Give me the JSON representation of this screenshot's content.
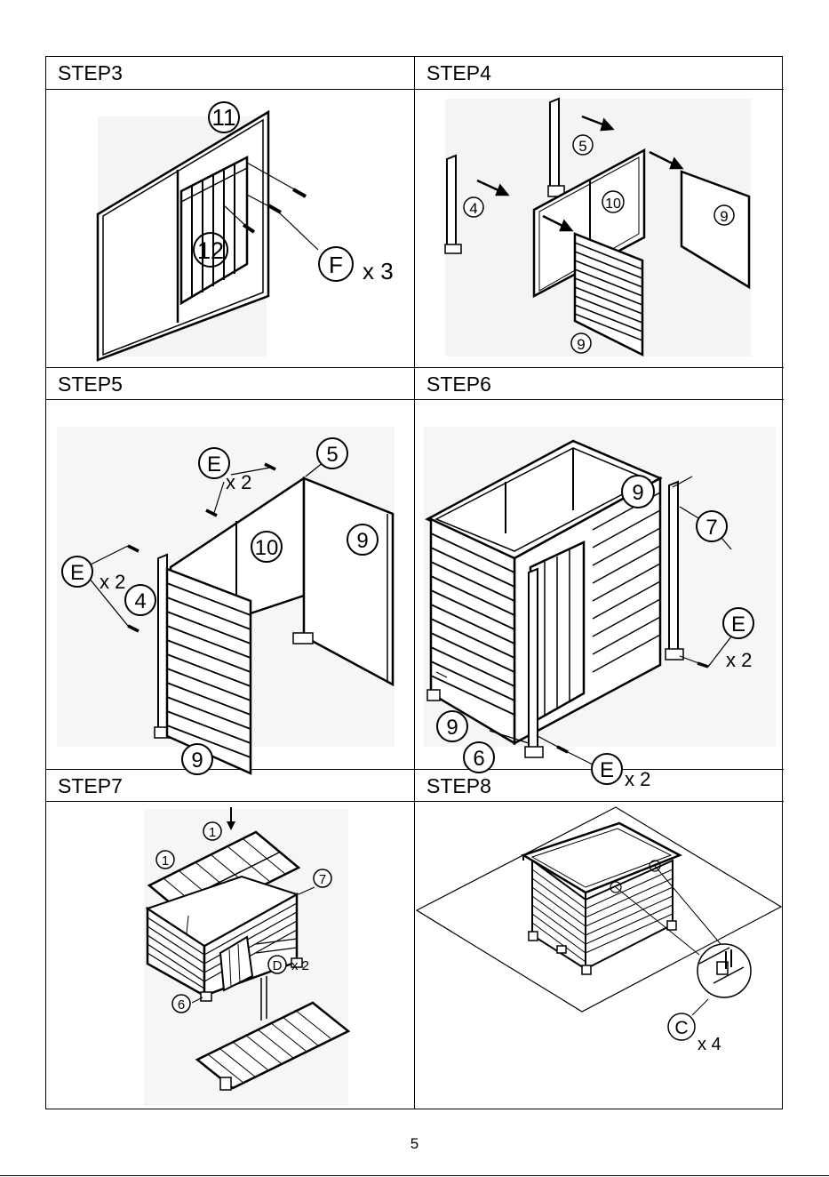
{
  "steps": [
    {
      "label": "STEP3",
      "callouts": [
        "11",
        "12",
        "F",
        "x 3"
      ]
    },
    {
      "label": "STEP4",
      "callouts": [
        "5",
        "4",
        "10",
        "9",
        "9"
      ]
    },
    {
      "label": "STEP5",
      "callouts": [
        "E",
        "x 2",
        "5",
        "10",
        "9",
        "E",
        "x 2",
        "4",
        "9"
      ]
    },
    {
      "label": "STEP6",
      "callouts": [
        "9",
        "7",
        "E",
        "x 2",
        "9",
        "6",
        "E",
        "x 2"
      ]
    },
    {
      "label": "STEP7",
      "callouts": [
        "1",
        "1",
        "7",
        "D",
        "x 2",
        "6"
      ]
    },
    {
      "label": "STEP8",
      "callouts": [
        "C",
        "x 4"
      ]
    }
  ],
  "page_number": "5"
}
